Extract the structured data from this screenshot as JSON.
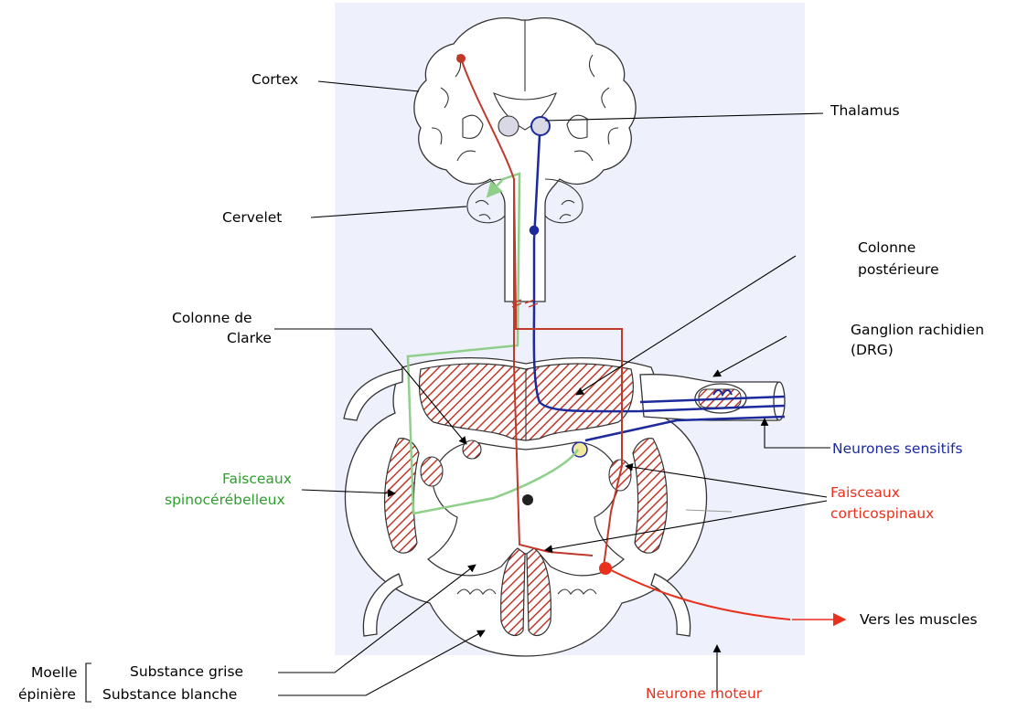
{
  "labels": {
    "cortex": "Cortex",
    "thalamus": "Thalamus",
    "cervelet": "Cervelet",
    "colonne_posterieure_1": "Colonne",
    "colonne_posterieure_2": "postérieure",
    "colonne_clarke_1": "Colonne de",
    "colonne_clarke_2": "Clarke",
    "ganglion_1": "Ganglion rachidien",
    "ganglion_2": "(DRG)",
    "neurones_sensitifs": "Neurones sensitifs",
    "faisceaux_spino_1": "Faisceaux",
    "faisceaux_spino_2": "spinocérébelleux",
    "faisceaux_cortico_1": "Faisceaux",
    "faisceaux_cortico_2": "corticospinaux",
    "vers_muscles": "Vers les muscles",
    "neurone_moteur": "Neurone moteur",
    "moelle_1": "Moelle",
    "moelle_2": "épinière",
    "substance_grise": "Substance grise",
    "substance_blanche": "Substance blanche"
  },
  "colors": {
    "background_panel": "#eef0fb",
    "motor_pathway": "#c0392b",
    "motor_label": "#e8301c",
    "sensory_pathway": "#1c2a9c",
    "spinocerebellar_pathway": "#8fcf8a",
    "spinocerebellar_label": "#2e9e2e",
    "hatch": "#c0392b",
    "outline": "#333333"
  }
}
